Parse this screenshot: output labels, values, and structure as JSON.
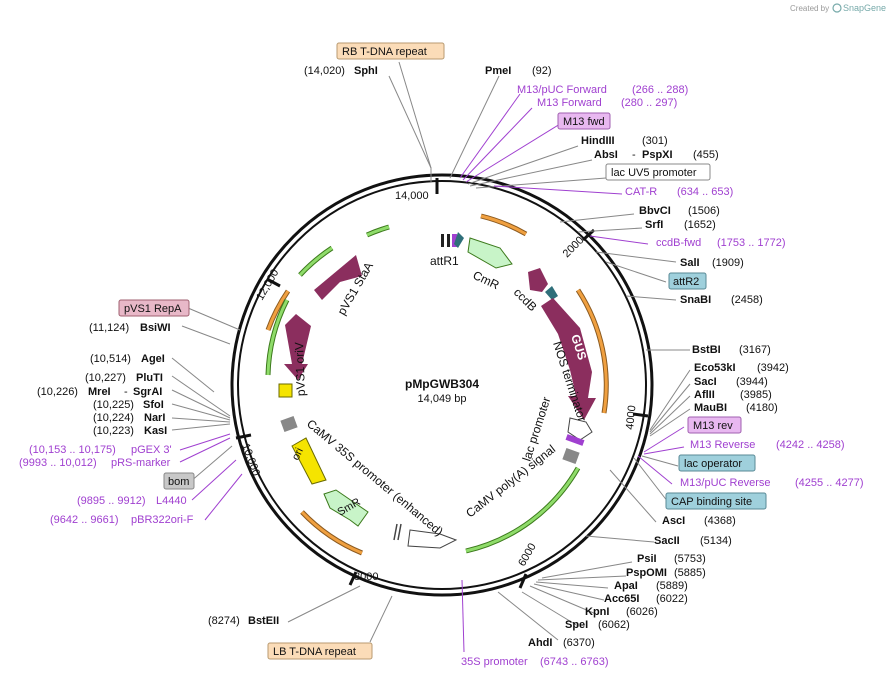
{
  "brand": {
    "created_by": "Created by",
    "name": "SnapGene"
  },
  "plasmid": {
    "name": "pMpGWB304",
    "length": "14,049 bp"
  },
  "ruler": [
    "14,000",
    "2000",
    "4000",
    "6000",
    "8000",
    "10,000",
    "12,000"
  ],
  "sites": {
    "sphi": {
      "name": "SphI",
      "pos": "(14,020)"
    },
    "pmei": {
      "name": "PmeI",
      "pos": "(92)"
    },
    "m13puc_fwd": {
      "name": "M13/pUC Forward",
      "pos": "(266 .. 288)"
    },
    "m13_forward": {
      "name": "M13 Forward",
      "pos": "(280 .. 297)"
    },
    "hindiii": {
      "name": "HindIII",
      "pos": "(301)"
    },
    "absi": {
      "name": "AbsI",
      "sep": "-",
      "name2": "PspXI",
      "pos": "(455)"
    },
    "catr": {
      "name": "CAT-R",
      "pos": "(634 .. 653)"
    },
    "bbvci": {
      "name": "BbvCI",
      "pos": "(1506)"
    },
    "srfi": {
      "name": "SrfI",
      "pos": "(1652)"
    },
    "ccdbfwd": {
      "name": "ccdB-fwd",
      "pos": "(1753 .. 1772)"
    },
    "sali": {
      "name": "SalI",
      "pos": "(1909)"
    },
    "snabi": {
      "name": "SnaBI",
      "pos": "(2458)"
    },
    "bstbi": {
      "name": "BstBI",
      "pos": "(3167)"
    },
    "eco53ki": {
      "name": "Eco53kI",
      "pos": "(3942)"
    },
    "saci": {
      "name": "SacI",
      "pos": "(3944)"
    },
    "aflii": {
      "name": "AflII",
      "pos": "(3985)"
    },
    "maubi": {
      "name": "MauBI",
      "pos": "(4180)"
    },
    "m13reverse": {
      "name": "M13 Reverse",
      "pos": "(4242 .. 4258)"
    },
    "m13pucrev": {
      "name": "M13/pUC Reverse",
      "pos": "(4255 .. 4277)"
    },
    "asci": {
      "name": "AscI",
      "pos": "(4368)"
    },
    "sacii": {
      "name": "SacII",
      "pos": "(5134)"
    },
    "psii": {
      "name": "PsiI",
      "pos": "(5753)"
    },
    "pspomi": {
      "name": "PspOMI",
      "pos": "(5885)"
    },
    "apai": {
      "name": "ApaI",
      "pos": "(5889)"
    },
    "acc65i": {
      "name": "Acc65I",
      "pos": "(6022)"
    },
    "kpni": {
      "name": "KpnI",
      "pos": "(6026)"
    },
    "spei": {
      "name": "SpeI",
      "pos": "(6062)"
    },
    "ahdi": {
      "name": "AhdI",
      "pos": "(6370)"
    },
    "p35s": {
      "name": "35S promoter",
      "pos": "(6743 .. 6763)"
    },
    "bsteii": {
      "name": "BstEII",
      "pos": "(8274)"
    },
    "pbr322": {
      "name": "pBR322ori-F",
      "pos": "(9642 .. 9661)"
    },
    "l4440": {
      "name": "L4440",
      "pos": "(9895 .. 9912)"
    },
    "prsmarker": {
      "name": "pRS-marker",
      "pos": "(9993 .. 10,012)"
    },
    "pgex3": {
      "name": "pGEX 3'",
      "pos": "(10,153 .. 10,175)"
    },
    "kasi": {
      "name": "KasI",
      "pos": "(10,223)"
    },
    "nari": {
      "name": "NarI",
      "pos": "(10,224)"
    },
    "sfoi": {
      "name": "SfoI",
      "pos": "(10,225)"
    },
    "mrei": {
      "name": "MreI",
      "sep": "-",
      "name2": "SgrAI",
      "pos": "(10,226)"
    },
    "pluti": {
      "name": "PluTI",
      "pos": "(10,227)"
    },
    "agei": {
      "name": "AgeI",
      "pos": "(10,514)"
    },
    "bsiwi": {
      "name": "BsiWI",
      "pos": "(11,124)"
    }
  },
  "boxes": {
    "rb": "RB T-DNA repeat",
    "m13fwd": "M13 fwd",
    "lacuv5": "lac UV5 promoter",
    "attr2": "attR2",
    "m13rev": "M13 rev",
    "lacop": "lac operator",
    "cap": "CAP binding site",
    "lb": "LB T-DNA repeat",
    "bom": "bom",
    "pvs1repa": "pVS1 RepA"
  },
  "features": {
    "attr1": "attR1",
    "cmr": "CmR",
    "ccdb": "ccdB",
    "gus": "GUS",
    "nos": "NOS terminator",
    "lacprom": "lac promoter",
    "polya": "CaMV poly(A) signal",
    "camv35s": "CaMV 35S promoter (enhanced)",
    "smr": "SmR",
    "ori": "ori",
    "pvs1orv": "pVS1 oriV",
    "pvs1staa": "pVS1 StaA"
  },
  "colors": {
    "backbone": "#111111",
    "primer": "#a040d0",
    "orange_arc": "#f0a040",
    "green_arc": "#5ab030",
    "gus": "#8b2e5e",
    "ori": "#f5e400",
    "marker": "#a8e8a8",
    "lac": "#8fbccc",
    "tdna": "#fbdcb8",
    "m13": "#e8b8f0",
    "repa": "#e8b8c8"
  }
}
